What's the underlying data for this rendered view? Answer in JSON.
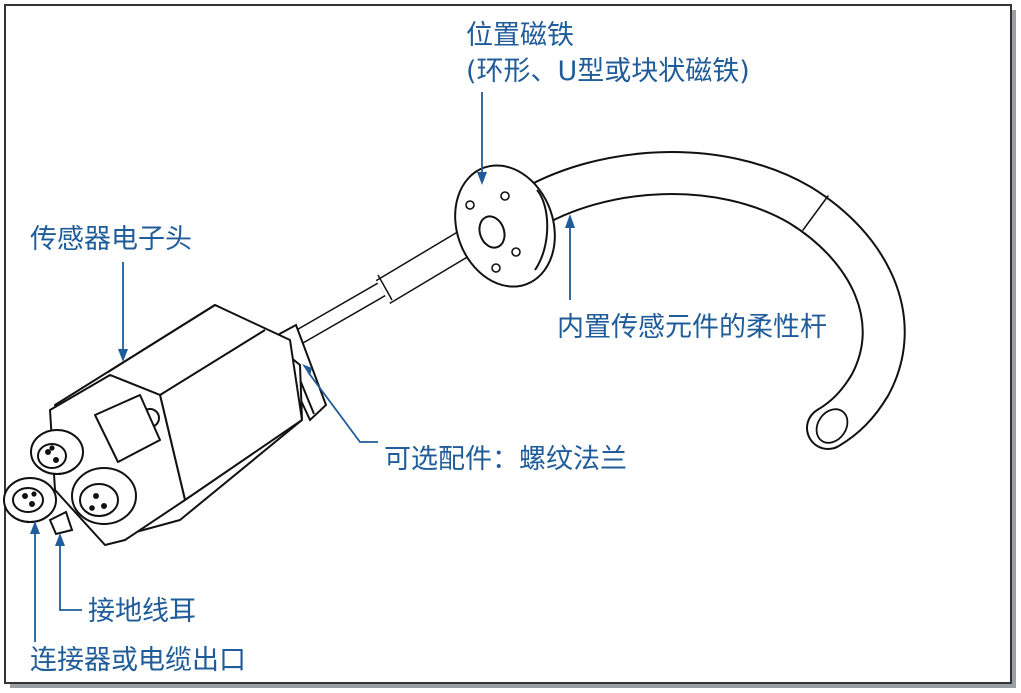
{
  "colors": {
    "label_text": "#1f5c99",
    "leader_line": "#1f5c99",
    "drawing_line": "#111111",
    "frame": "#333333",
    "frame_shadow": "#9aa0a6"
  },
  "labels": {
    "position_magnet": "位置磁铁",
    "position_magnet_types": "(环形、U型或块状磁铁)",
    "sensor_head": "传感器电子头",
    "flexible_rod": "内置传感元件的柔性杆",
    "optional_flange": "可选配件：螺纹法兰",
    "ground_lug": "接地线耳",
    "connector_outlet": "连接器或电缆出口"
  }
}
